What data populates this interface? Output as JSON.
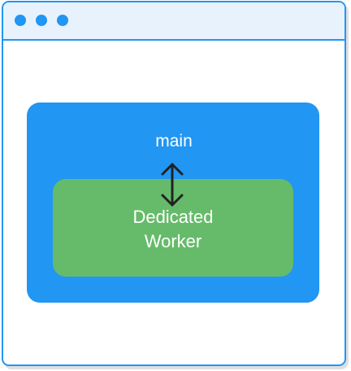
{
  "diagram": {
    "outer": {
      "label": "main",
      "color": "#2196f3"
    },
    "inner": {
      "label_line1": "Dedicated",
      "label_line2": "Worker",
      "color": "#66bb6a"
    },
    "connector": {
      "type": "bidirectional-arrow",
      "color": "#222222"
    }
  },
  "window": {
    "accent": "#2196f3",
    "titlebar_bg": "#e7f2fd"
  }
}
